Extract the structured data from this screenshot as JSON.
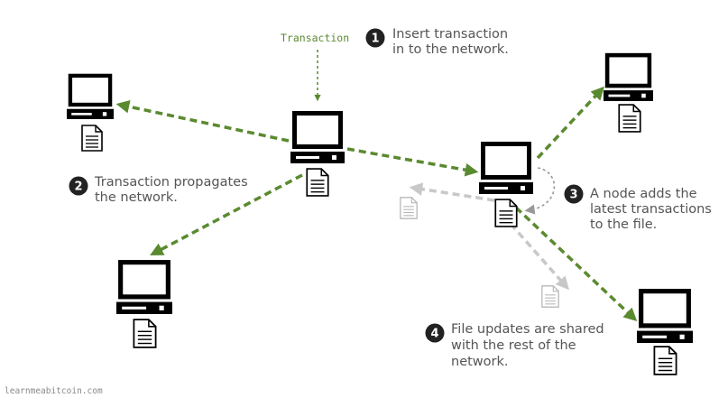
{
  "input_label": "Transaction",
  "steps": [
    {
      "number": "1",
      "lines": [
        "Insert transaction",
        "in to the network."
      ]
    },
    {
      "number": "2",
      "lines": [
        "Transaction propagates",
        "the network."
      ]
    },
    {
      "number": "3",
      "lines": [
        "A node adds the",
        "latest transactions",
        "to the file."
      ]
    },
    {
      "number": "4",
      "lines": [
        "File updates are shared",
        "with the rest of the",
        "network."
      ]
    }
  ],
  "footer": "learnmeabitcoin.com",
  "colors": {
    "transaction_arrow": "#5a8a2f",
    "update_arrow": "#c8c8c8",
    "step_badge": "#222222",
    "text": "#555555"
  }
}
